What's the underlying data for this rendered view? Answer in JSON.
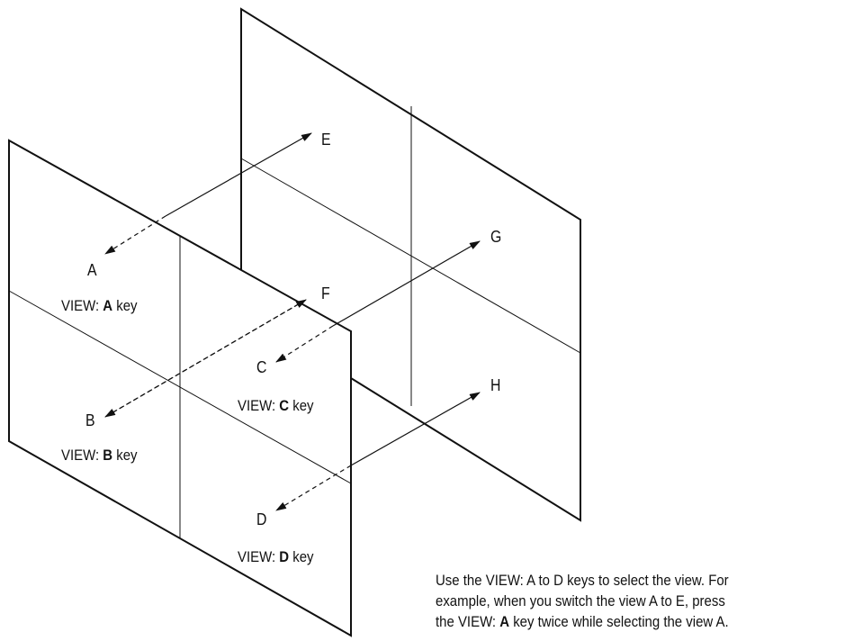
{
  "points": {
    "A": "A",
    "B": "B",
    "C": "C",
    "D": "D",
    "E": "E",
    "F": "F",
    "G": "G",
    "H": "H"
  },
  "view_labels": {
    "a": {
      "prefix": "VIEW: ",
      "key": "A",
      "suffix": " key"
    },
    "b": {
      "prefix": "VIEW: ",
      "key": "B",
      "suffix": " key"
    },
    "c": {
      "prefix": "VIEW: ",
      "key": "C",
      "suffix": " key"
    },
    "d": {
      "prefix": "VIEW: ",
      "key": "D",
      "suffix": " key"
    }
  },
  "caption": {
    "line1": "Use the VIEW: A to D keys to select the view. For",
    "line2": "example, when you switch the view A to E, press",
    "line3_prefix": "the VIEW: ",
    "line3_key": "A",
    "line3_suffix": " key twice while selecting the view A."
  },
  "colors": {
    "line": "#111111",
    "background": "#ffffff"
  }
}
